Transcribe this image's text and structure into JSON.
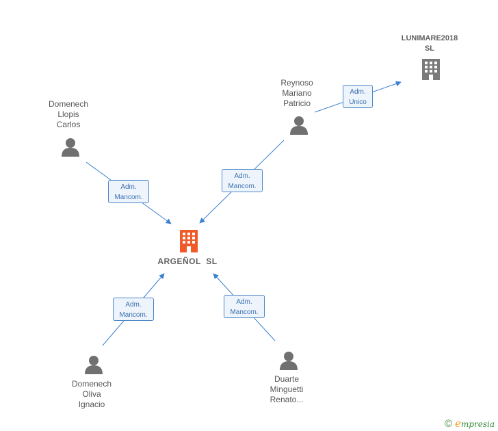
{
  "main_company": {
    "name": "ARGEÑOL  SL",
    "color": "#f05a28"
  },
  "other_company": {
    "name": "LUNIMARE2018\nSL",
    "color": "#7a7a7a"
  },
  "persons": [
    {
      "id": "p1",
      "name": "Domenech\nLlopis\nCarlos"
    },
    {
      "id": "p2",
      "name": "Reynoso\nMariano\nPatricio"
    },
    {
      "id": "p3",
      "name": "Domenech\nOliva\nIgnacio"
    },
    {
      "id": "p4",
      "name": "Duarte\nMinguetti\nRenato..."
    }
  ],
  "roles": [
    {
      "id": "r1",
      "line1": "Adm.",
      "line2": "Mancom."
    },
    {
      "id": "r2",
      "line1": "Adm.",
      "line2": "Mancom."
    },
    {
      "id": "r3",
      "line1": "Adm.",
      "line2": "Unico"
    },
    {
      "id": "r4",
      "line1": "Adm.",
      "line2": "Mancom."
    },
    {
      "id": "r5",
      "line1": "Adm.",
      "line2": "Mancom."
    }
  ],
  "brand": {
    "copyright": "©",
    "e": "e",
    "rest": "mpresia"
  },
  "colors": {
    "edge": "#3a7fd0",
    "person": "#707070"
  }
}
